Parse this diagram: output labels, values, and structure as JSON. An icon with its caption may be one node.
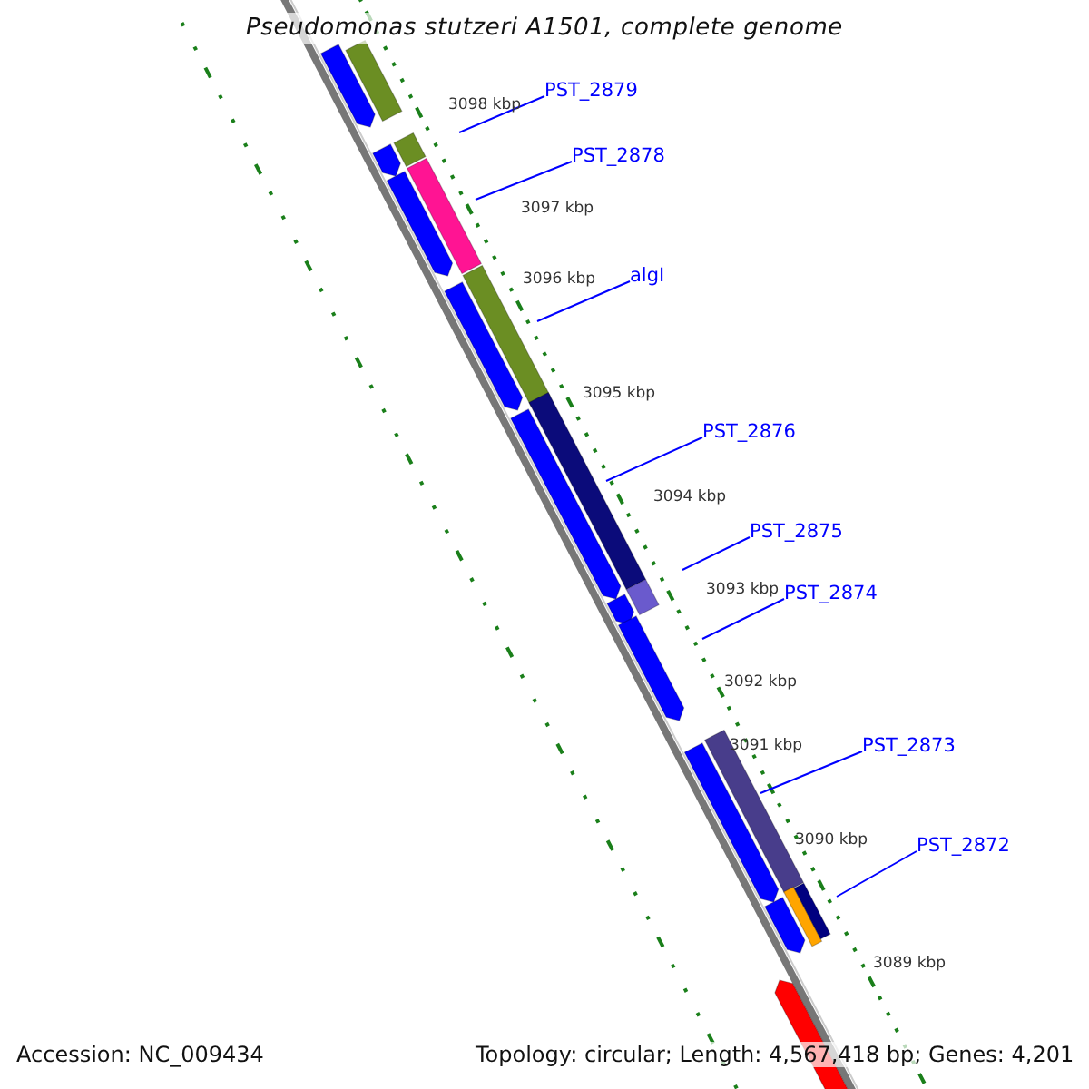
{
  "diagram": {
    "title": "Pseudomonas stutzeri A1501, complete genome",
    "nodes": [
      {
        "text": [
          "PST_2879"
        ]
      },
      {
        "text": [
          "PST_2878"
        ]
      },
      {
        "text": [
          "algI"
        ]
      },
      {
        "text": [
          "PST_2876"
        ]
      },
      {
        "text": [
          "PST_2875"
        ]
      },
      {
        "text": [
          "PST_2874"
        ]
      },
      {
        "text": [
          "PST_2873"
        ]
      },
      {
        "text": [
          "PST_2872"
        ]
      },
      {
        "text": [],
        "shape": "bar"
      }
    ],
    "edges": [
      {
        "from": 0,
        "to": null,
        "arrow": "none"
      },
      {
        "from": 1,
        "to": null,
        "arrow": "none"
      },
      {
        "from": 2,
        "to": null,
        "arrow": "none"
      },
      {
        "from": 3,
        "to": null,
        "arrow": "none"
      },
      {
        "from": 4,
        "to": null,
        "arrow": "none"
      },
      {
        "from": 5,
        "to": null,
        "arrow": "none"
      },
      {
        "from": 6,
        "to": 8,
        "arrow": "none"
      },
      {
        "from": 7,
        "to": null,
        "arrow": "none"
      }
    ],
    "labels": [
      "3098 kbp",
      "3097 kbp",
      "3096 kbp",
      "3095 kbp",
      "3094 kbp",
      "3093 kbp",
      "3092 kbp",
      "3091 kbp",
      "3090 kbp",
      "3089 kbp",
      "Accession: NC_009434",
      "Topology: circular; Length: 4,567,418 bp; Genes: 4,201"
    ]
  }
}
